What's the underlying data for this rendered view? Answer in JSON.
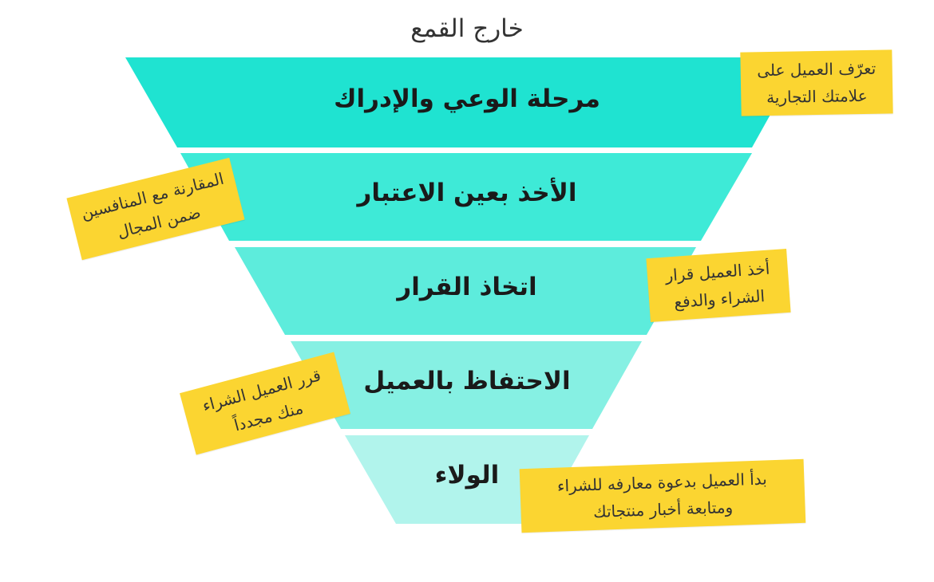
{
  "diagram": {
    "top_label": "خارج القمع",
    "colors": {
      "stage1": "#1fe3d1",
      "stage2": "#3eead7",
      "stage3": "#5decdc",
      "stage4": "#86f0e3",
      "stage5": "#b1f4ec",
      "note": "#fbd531"
    },
    "stages": [
      {
        "label": "مرحلة الوعي والإدراك"
      },
      {
        "label": "الأخذ بعين الاعتبار"
      },
      {
        "label": "اتخاذ القرار"
      },
      {
        "label": "الاحتفاظ بالعميل"
      },
      {
        "label": "الولاء"
      }
    ],
    "notes": [
      {
        "line1": "تعرّف العميل على",
        "line2": "علامتك التجارية"
      },
      {
        "line1": "المقارنة مع المنافسين",
        "line2": "ضمن المجال"
      },
      {
        "line1": "أخذ العميل قرار",
        "line2": "الشراء والدفع"
      },
      {
        "line1": "قرر العميل الشراء",
        "line2": "منك مجدداً"
      },
      {
        "line1": "بدأ العميل بدعوة معارفه للشراء",
        "line2": "ومتابعة أخبار منتجاتك"
      }
    ]
  }
}
